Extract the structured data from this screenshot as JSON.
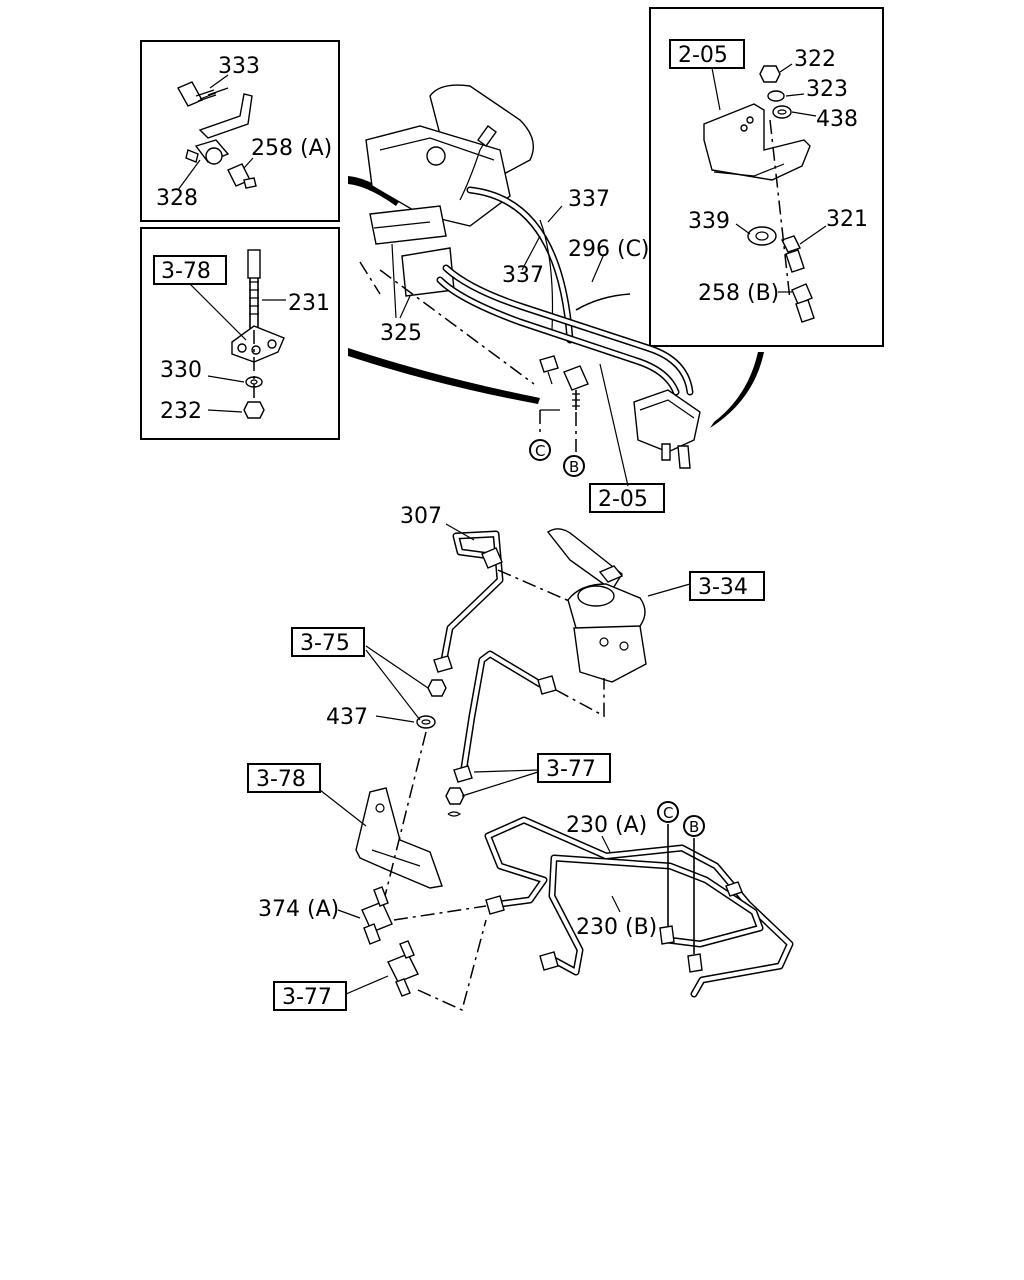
{
  "labels": {
    "l333": "333",
    "l258a": "258 (A)",
    "l328": "328",
    "l378a": "3-78",
    "l231": "231",
    "l330": "330",
    "l232": "232",
    "l205a": "2-05",
    "l322": "322",
    "l323": "323",
    "l438": "438",
    "l339": "339",
    "l321": "321",
    "l258b": "258 (B)",
    "l337a": "337",
    "l337b": "337",
    "l296c": "296 (C)",
    "l325": "325",
    "l205b": "2-05",
    "cC1": "C",
    "cB1": "B",
    "l307": "307",
    "l334": "3-34",
    "l375": "3-75",
    "l437": "437",
    "l377a": "3-77",
    "l378b": "3-78",
    "l230a": "230 (A)",
    "l230b": "230 (B)",
    "cC2": "C",
    "cB2": "B",
    "l374a": "374 (A)",
    "l377b": "3-77"
  }
}
